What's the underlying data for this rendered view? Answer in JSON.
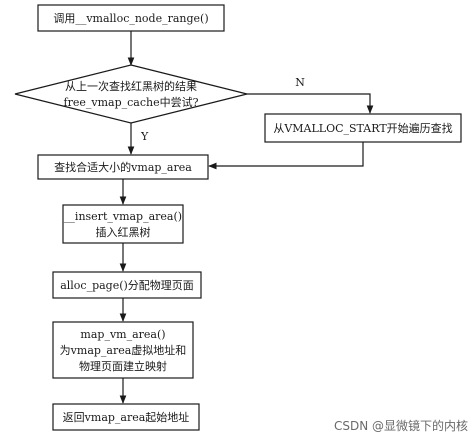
{
  "flowchart": {
    "nodes": {
      "start": [
        "调用__vmalloc_node_range()"
      ],
      "decision": [
        "从上一次查找红黑树的结果",
        "free_vmap_cache中尝试?"
      ],
      "search_from_start": [
        "从VMALLOC_START开始遍历查找"
      ],
      "find_area": [
        "查找合适大小的vmap_area"
      ],
      "insert": [
        "__insert_vmap_area()",
        "插入红黑树"
      ],
      "alloc_page": [
        "alloc_page()分配物理页面"
      ],
      "map_vm": [
        "map_vm_area()",
        "为vmap_area虚拟地址和",
        "物理页面建立映射"
      ],
      "return": [
        "返回vmap_area起始地址"
      ]
    },
    "edge_labels": {
      "no": "N",
      "yes": "Y"
    }
  },
  "watermark": "CSDN @显微镜下的内核"
}
